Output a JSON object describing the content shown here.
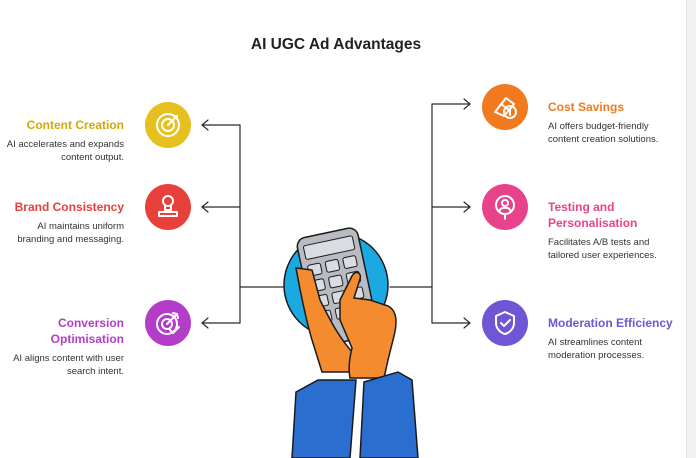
{
  "title": "AI UGC Ad Advantages",
  "items": {
    "content_creation": {
      "heading": "Content Creation",
      "desc": "AI accelerates and expands content output.",
      "color": "#e6b800",
      "icon": "target-icon"
    },
    "brand_consistency": {
      "heading": "Brand Consistency",
      "desc": "AI maintains uniform branding and messaging.",
      "color": "#e8403a",
      "icon": "stamp-icon"
    },
    "conversion_optimisation": {
      "heading": "Conversion Optimisation",
      "desc": "AI aligns content with user search intent.",
      "color": "#b33cc9",
      "icon": "dartboard-icon"
    },
    "cost_savings": {
      "heading": "Cost Savings",
      "desc": "AI offers budget-friendly content creation solutions.",
      "color": "#f07a1d",
      "icon": "money-icon"
    },
    "testing_personalisation": {
      "heading": "Testing and Personalisation",
      "desc": "Facilitates A/B tests and tailored user experiences.",
      "color": "#e8438a",
      "icon": "search-person-icon"
    },
    "moderation_efficiency": {
      "heading": "Moderation Efficiency",
      "desc": "AI streamlines content moderation processes.",
      "color": "#7056d6",
      "icon": "shield-icon"
    }
  },
  "center_illustration": "hands-keypad-illustration"
}
